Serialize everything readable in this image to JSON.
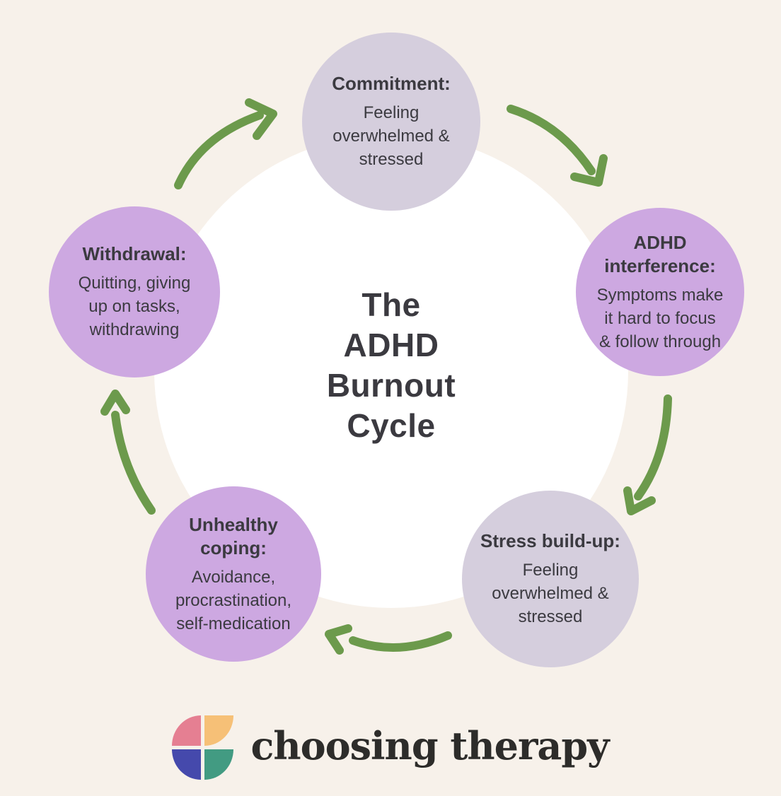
{
  "colors": {
    "background": "#f7f1ea",
    "inner_circle": "#ffffff",
    "arrow_green": "#6c9a4c",
    "text_dark": "#3b3a40",
    "logo_pink": "#e57f92",
    "logo_orange": "#f6c077",
    "logo_blue": "#4549ac",
    "logo_green": "#429b82",
    "wordmark_color": "#2d2c2a"
  },
  "center": {
    "title_lines": [
      "The",
      "ADHD",
      "Burnout",
      "Cycle"
    ]
  },
  "nodes": [
    {
      "id": "commitment",
      "title_lines": [
        "Commitment:"
      ],
      "body_lines": [
        "Feeling",
        "overwhelmed &",
        "stressed"
      ],
      "fill": "#d5cedd"
    },
    {
      "id": "adhd-interference",
      "title_lines": [
        "ADHD",
        "interference:"
      ],
      "body_lines": [
        "Symptoms make",
        "it hard to focus",
        "& follow through"
      ],
      "fill": "#cda8e1"
    },
    {
      "id": "stress-build-up",
      "title_lines": [
        "Stress build-up:"
      ],
      "body_lines": [
        "Feeling",
        "overwhelmed &",
        "stressed"
      ],
      "fill": "#d5cedd"
    },
    {
      "id": "unhealthy-coping",
      "title_lines": [
        "Unhealthy",
        "coping:"
      ],
      "body_lines": [
        "Avoidance,",
        "procrastination,",
        "self-medication"
      ],
      "fill": "#cda8e1"
    },
    {
      "id": "withdrawal",
      "title_lines": [
        "Withdrawal:"
      ],
      "body_lines": [
        "Quitting, giving",
        "up on tasks,",
        "withdrawing"
      ],
      "fill": "#cda8e1"
    }
  ],
  "footer": {
    "wordmark": "choosing therapy"
  }
}
